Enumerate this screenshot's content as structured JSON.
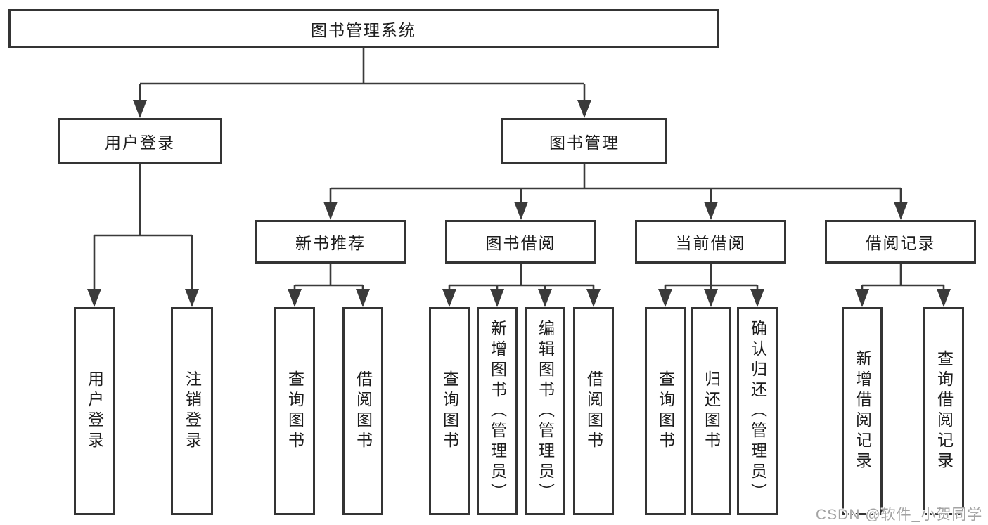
{
  "colors": {
    "background": "#ffffff",
    "box_border": "#343434",
    "connector": "#3a3a3a",
    "text": "#1d1d1d",
    "watermark": "#a3a3a3"
  },
  "watermark": {
    "text": "CSDN @软件_小贺同学"
  },
  "tree": {
    "label": "图书管理系统",
    "children": [
      {
        "label": "用户登录",
        "children": [
          {
            "label": "用户登录"
          },
          {
            "label": "注销登录"
          }
        ]
      },
      {
        "label": "图书管理",
        "children": [
          {
            "label": "新书推荐",
            "children": [
              {
                "label": "查询图书"
              },
              {
                "label": "借阅图书"
              }
            ]
          },
          {
            "label": "图书借阅",
            "children": [
              {
                "label": "查询图书"
              },
              {
                "label": "新增图书（管理员）"
              },
              {
                "label": "编辑图书（管理员）"
              },
              {
                "label": "借阅图书"
              }
            ]
          },
          {
            "label": "当前借阅",
            "children": [
              {
                "label": "查询图书"
              },
              {
                "label": "归还图书"
              },
              {
                "label": "确认归还（管理员）"
              }
            ]
          },
          {
            "label": "借阅记录",
            "children": [
              {
                "label": "新增借阅记录"
              },
              {
                "label": "查询借阅记录"
              }
            ]
          }
        ]
      }
    ]
  }
}
